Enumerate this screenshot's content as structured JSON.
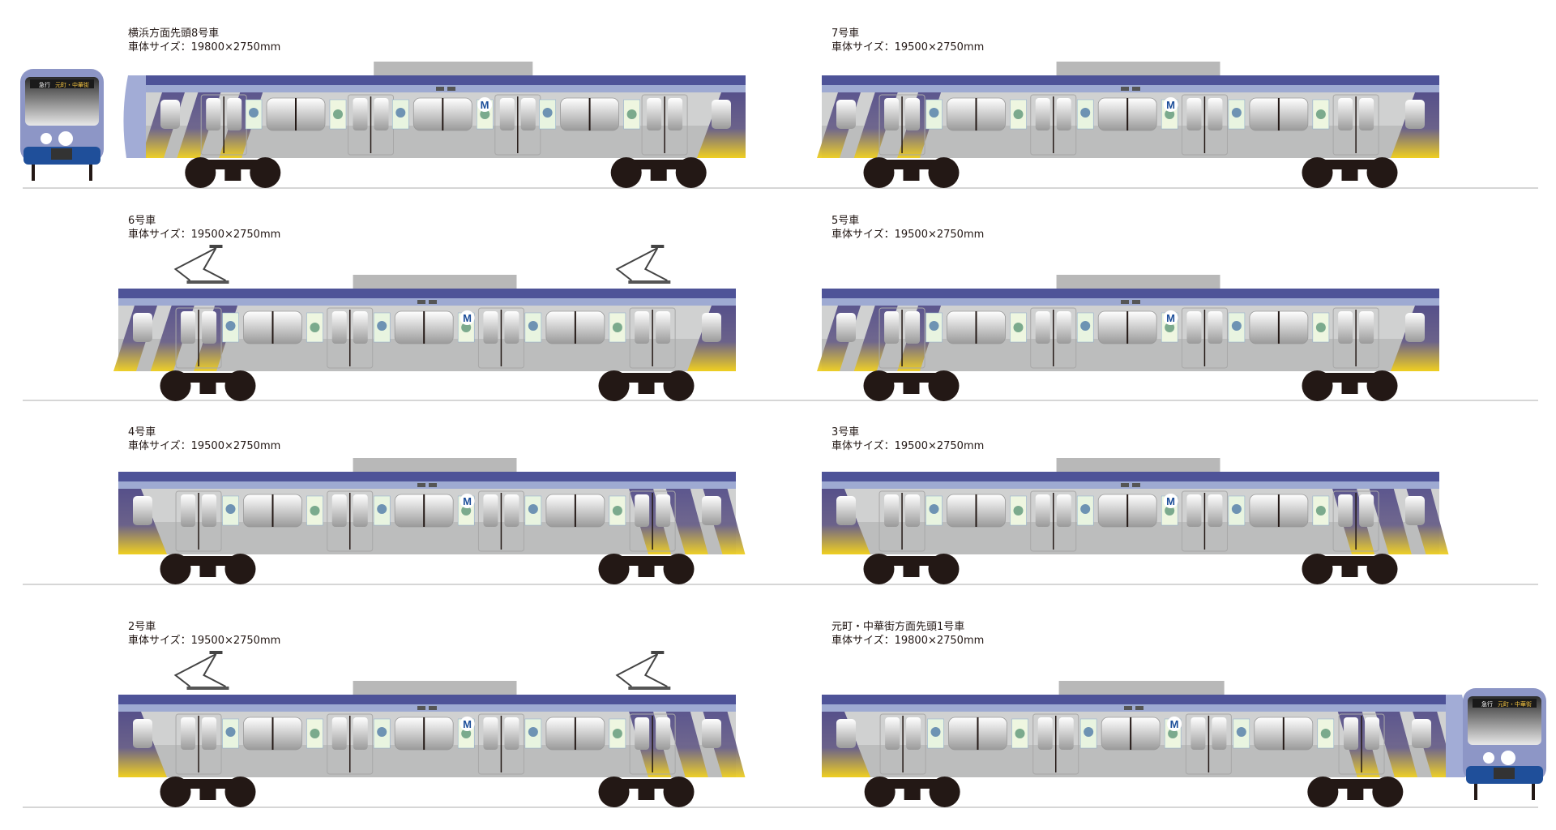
{
  "cars": [
    {
      "id": "car8",
      "title": "横浜方面先頭8号車",
      "size": "車体サイズ：19800×2750mm",
      "front": "left",
      "stripes": "left",
      "pantograph": false
    },
    {
      "id": "car7",
      "title": "7号車",
      "size": "車体サイズ：19500×2750mm",
      "front": "none",
      "stripes": "left",
      "pantograph": false
    },
    {
      "id": "car6",
      "title": "6号車",
      "size": "車体サイズ：19500×2750mm",
      "front": "none",
      "stripes": "left",
      "pantograph": true
    },
    {
      "id": "car5",
      "title": "5号車",
      "size": "車体サイズ：19500×2750mm",
      "front": "none",
      "stripes": "left",
      "pantograph": false
    },
    {
      "id": "car4",
      "title": "4号車",
      "size": "車体サイズ：19500×2750mm",
      "front": "none",
      "stripes": "right",
      "pantograph": false
    },
    {
      "id": "car3",
      "title": "3号車",
      "size": "車体サイズ：19500×2750mm",
      "front": "none",
      "stripes": "right",
      "pantograph": false
    },
    {
      "id": "car2",
      "title": "2号車",
      "size": "車体サイズ：19500×2750mm",
      "front": "none",
      "stripes": "right",
      "pantograph": true
    },
    {
      "id": "car1",
      "title": "元町・中華街方面先頭1号車",
      "size": "車体サイズ：19800×2750mm",
      "front": "right",
      "stripes": "right",
      "pantograph": false
    }
  ],
  "logo_text": "M",
  "destination_sign": {
    "type": "急行",
    "destination": "元町・中華街"
  },
  "colors": {
    "roof_band": "#4e5398",
    "light_band": "#9eaad2",
    "body": "#bcbdbd",
    "body_upper": "#d0d1d1",
    "stripe": "#56508a",
    "yellow": "#f0d020",
    "wheel": "#231815",
    "skirt": "#1f4f9a"
  }
}
